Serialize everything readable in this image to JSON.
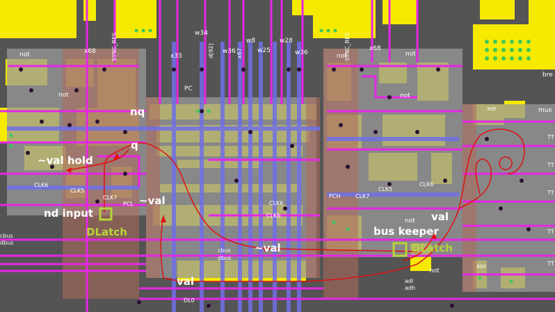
{
  "labels": {
    "not_1": "not",
    "x68_1": "x68",
    "sync_res_1": "SYNC_RES",
    "not_2": "not",
    "x33": "x33",
    "w34": "w34",
    "d92": "d[92]",
    "w36_1": "w36",
    "x67": "x67",
    "w8": "w8",
    "w25": "w25",
    "w28": "w28",
    "w36_2": "w36",
    "pc": "PC",
    "sync_res_2": "SYNC_RES",
    "x68_2": "x68",
    "not_3": "not",
    "not_4": "not",
    "not_5": "not",
    "bre": "bre",
    "xor_1": "xor",
    "mux": "mux",
    "clk6_1": "CLK6",
    "clk5_1": "CLK5",
    "clk7_1": "CLK7",
    "pcl": "PCL",
    "clk6_2": "CLK6",
    "clk6_3": "CLK6",
    "pch": "PCH",
    "clk7_2": "CLK7",
    "clk5_2": "CLK5",
    "clk6_4": "CLK6",
    "not_6": "not",
    "cbus_1": "cbus",
    "dbus_1": "dbus",
    "cbus_2": "cbus",
    "dbus_2": "dbus",
    "adl": "adl",
    "adh": "adh",
    "not_7": "not",
    "xor_2": "xor",
    "dl0": "DL0",
    "tt1": "TT",
    "tt2": "TT",
    "tt3": "TT",
    "tt4": "TT",
    "tt5": "TT"
  },
  "annotations": {
    "nq": "nq",
    "q": "q",
    "val_hold": "~val hold",
    "nd_input": "nd input",
    "dlatch_1": "DLatch",
    "val_neg_1": "~val",
    "val_neg_2": "~val",
    "val_1": "val",
    "bus_keeper": "bus keeper",
    "val_2": "val",
    "dlatch_2": "DLatch"
  },
  "colors": {
    "background": "#545454",
    "metal": "#f6ea00",
    "poly": "#e626e6",
    "diffusion": "#8080ff",
    "contact": "#7a1f7a",
    "overlay": "#9a9a9a",
    "annotation": "#e01010",
    "highlight": "#b7d53a"
  }
}
